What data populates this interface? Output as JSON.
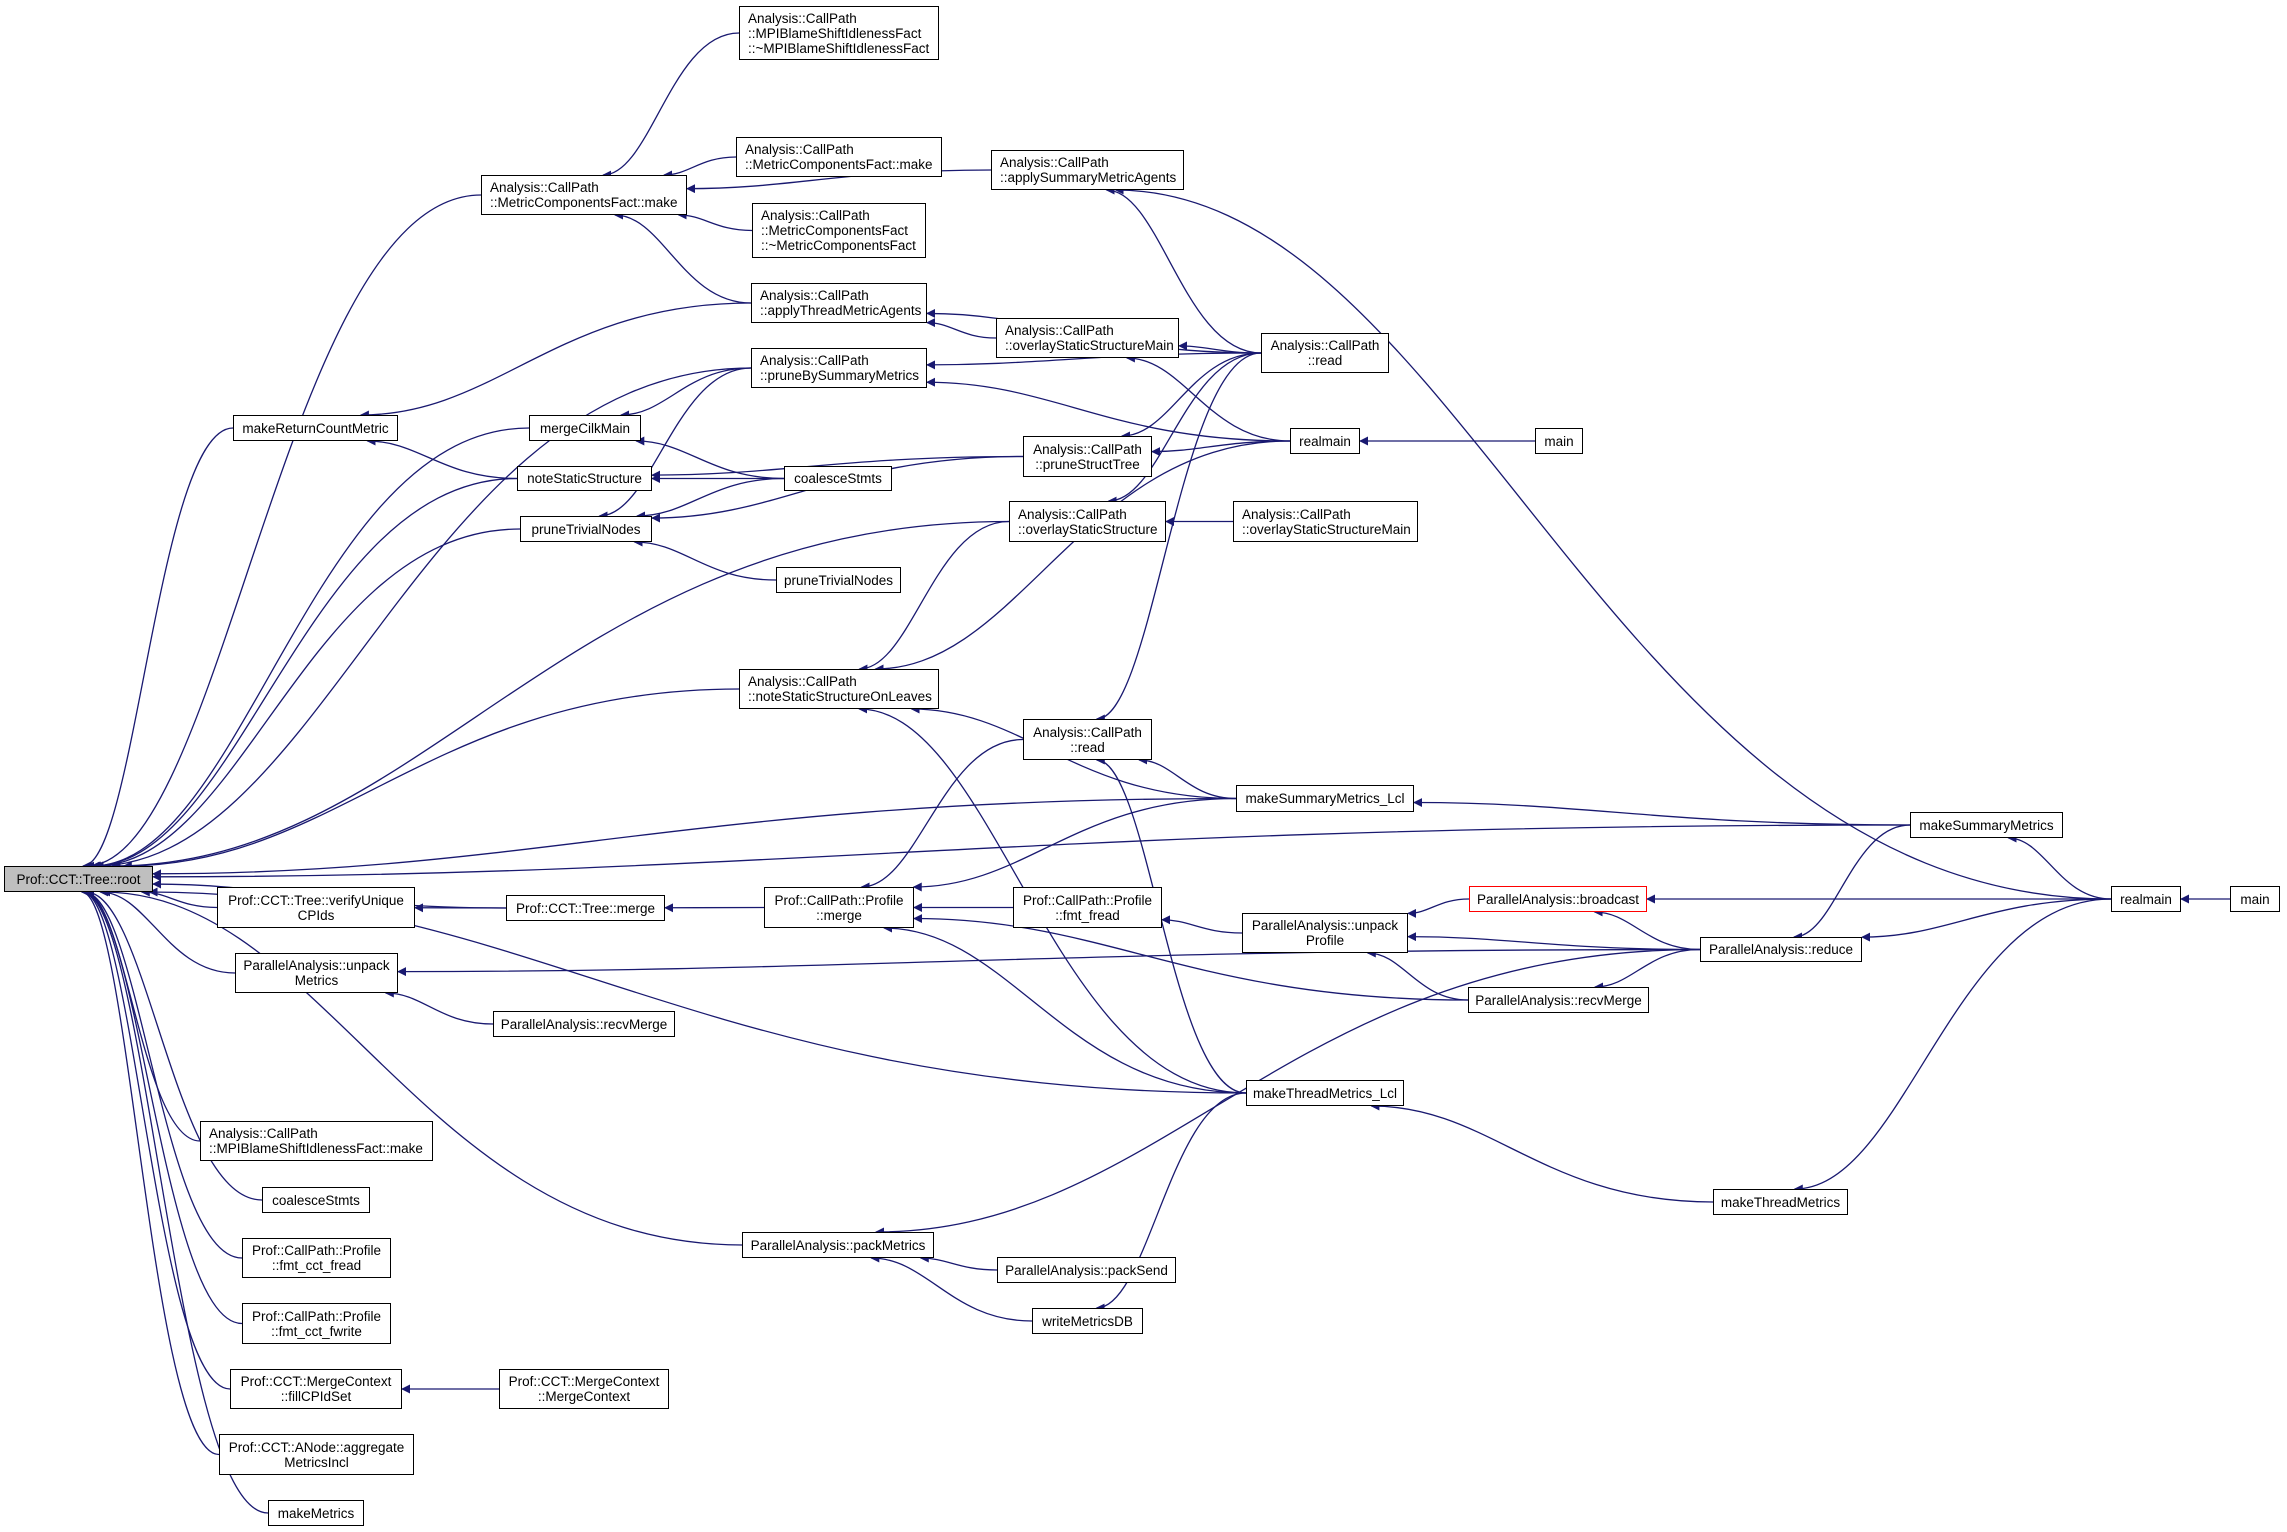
{
  "graph": {
    "title": "Prof::CCT::Tree::root caller graph",
    "colors": {
      "edge": "#191970",
      "root_fill": "#bfbfbf",
      "highlight_border": "#ff0000",
      "node_border": "#000000"
    },
    "nodes": [
      {
        "id": "root",
        "lines": [
          "Prof::CCT::Tree::root"
        ]
      },
      {
        "id": "mpiblame_dtor",
        "lines": [
          "Analysis::CallPath",
          "::MPIBlameShiftIdlenessFact",
          "::~MPIBlameShiftIdlenessFact"
        ]
      },
      {
        "id": "mcf_make",
        "lines": [
          "Analysis::CallPath",
          "::MetricComponentsFact::make"
        ]
      },
      {
        "id": "mcf_make2",
        "lines": [
          "Analysis::CallPath",
          "::MetricComponentsFact::make"
        ]
      },
      {
        "id": "mcf_dtor",
        "lines": [
          "Analysis::CallPath",
          "::MetricComponentsFact",
          "::~MetricComponentsFact"
        ]
      },
      {
        "id": "apply_summary",
        "lines": [
          "Analysis::CallPath",
          "::applySummaryMetricAgents"
        ]
      },
      {
        "id": "apply_thread",
        "lines": [
          "Analysis::CallPath",
          "::applyThreadMetricAgents"
        ]
      },
      {
        "id": "overlay_main",
        "lines": [
          "Analysis::CallPath",
          "::overlayStaticStructureMain"
        ]
      },
      {
        "id": "read_top",
        "lines": [
          "Analysis::CallPath",
          "::read"
        ]
      },
      {
        "id": "prune_by_summary",
        "lines": [
          "Analysis::CallPath",
          "::pruneBySummaryMetrics"
        ]
      },
      {
        "id": "make_return_count",
        "lines": [
          "makeReturnCountMetric"
        ]
      },
      {
        "id": "merge_cilk",
        "lines": [
          "mergeCilkMain"
        ]
      },
      {
        "id": "realmain_top",
        "lines": [
          "realmain"
        ]
      },
      {
        "id": "main_top",
        "lines": [
          "main"
        ]
      },
      {
        "id": "prune_struct_tree",
        "lines": [
          "Analysis::CallPath",
          "::pruneStructTree"
        ]
      },
      {
        "id": "note_static",
        "lines": [
          "noteStaticStructure"
        ]
      },
      {
        "id": "coalesce_mid",
        "lines": [
          "coalesceStmts"
        ]
      },
      {
        "id": "prune_trivial",
        "lines": [
          "pruneTrivialNodes"
        ]
      },
      {
        "id": "overlay_static",
        "lines": [
          "Analysis::CallPath",
          "::overlayStaticStructure"
        ]
      },
      {
        "id": "overlay_main2",
        "lines": [
          "Analysis::CallPath",
          "::overlayStaticStructureMain"
        ]
      },
      {
        "id": "prune_trivial2",
        "lines": [
          "pruneTrivialNodes"
        ]
      },
      {
        "id": "note_leaves",
        "lines": [
          "Analysis::CallPath",
          "::noteStaticStructureOnLeaves"
        ]
      },
      {
        "id": "read_mid",
        "lines": [
          "Analysis::CallPath",
          "::read"
        ]
      },
      {
        "id": "make_summary_lcl",
        "lines": [
          "makeSummaryMetrics_Lcl"
        ]
      },
      {
        "id": "make_summary",
        "lines": [
          "makeSummaryMetrics"
        ]
      },
      {
        "id": "verify_unique",
        "lines": [
          "Prof::CCT::Tree::verifyUnique",
          "CPIds"
        ]
      },
      {
        "id": "tree_merge",
        "lines": [
          "Prof::CCT::Tree::merge"
        ]
      },
      {
        "id": "profile_merge",
        "lines": [
          "Prof::CallPath::Profile",
          "::merge"
        ]
      },
      {
        "id": "fmt_fread",
        "lines": [
          "Prof::CallPath::Profile",
          "::fmt_fread"
        ]
      },
      {
        "id": "broadcast",
        "lines": [
          "ParallelAnalysis::broadcast"
        ]
      },
      {
        "id": "realmain",
        "lines": [
          "realmain"
        ]
      },
      {
        "id": "main",
        "lines": [
          "main"
        ]
      },
      {
        "id": "unpack_profile",
        "lines": [
          "ParallelAnalysis::unpack",
          "Profile"
        ]
      },
      {
        "id": "reduce",
        "lines": [
          "ParallelAnalysis::reduce"
        ]
      },
      {
        "id": "unpack_metrics",
        "lines": [
          "ParallelAnalysis::unpack",
          "Metrics"
        ]
      },
      {
        "id": "recv_merge_r",
        "lines": [
          "ParallelAnalysis::recvMerge"
        ]
      },
      {
        "id": "recv_merge_l",
        "lines": [
          "ParallelAnalysis::recvMerge"
        ]
      },
      {
        "id": "make_thread_lcl",
        "lines": [
          "makeThreadMetrics_Lcl"
        ]
      },
      {
        "id": "mpiblame_make",
        "lines": [
          "Analysis::CallPath",
          "::MPIBlameShiftIdlenessFact::make"
        ]
      },
      {
        "id": "coalesce_bot",
        "lines": [
          "coalesceStmts"
        ]
      },
      {
        "id": "make_thread",
        "lines": [
          "makeThreadMetrics"
        ]
      },
      {
        "id": "pack_metrics",
        "lines": [
          "ParallelAnalysis::packMetrics"
        ]
      },
      {
        "id": "fmt_cct_fread",
        "lines": [
          "Prof::CallPath::Profile",
          "::fmt_cct_fread"
        ]
      },
      {
        "id": "pack_send",
        "lines": [
          "ParallelAnalysis::packSend"
        ]
      },
      {
        "id": "fmt_cct_fwrite",
        "lines": [
          "Prof::CallPath::Profile",
          "::fmt_cct_fwrite"
        ]
      },
      {
        "id": "write_metrics_db",
        "lines": [
          "writeMetricsDB"
        ]
      },
      {
        "id": "fill_cpid",
        "lines": [
          "Prof::CCT::MergeContext",
          "::fillCPIdSet"
        ]
      },
      {
        "id": "merge_context",
        "lines": [
          "Prof::CCT::MergeContext",
          "::MergeContext"
        ]
      },
      {
        "id": "aggregate",
        "lines": [
          "Prof::CCT::ANode::aggregate",
          "MetricsIncl"
        ]
      },
      {
        "id": "make_metrics",
        "lines": [
          "makeMetrics"
        ]
      }
    ],
    "edges": [
      [
        "mcf_make",
        "root"
      ],
      [
        "make_return_count",
        "root"
      ],
      [
        "merge_cilk",
        "root"
      ],
      [
        "note_static",
        "root"
      ],
      [
        "prune_trivial",
        "root"
      ],
      [
        "prune_by_summary",
        "root"
      ],
      [
        "overlay_static",
        "root"
      ],
      [
        "note_leaves",
        "root"
      ],
      [
        "make_summary",
        "root"
      ],
      [
        "make_summary_lcl",
        "root"
      ],
      [
        "tree_merge",
        "root"
      ],
      [
        "verify_unique",
        "root"
      ],
      [
        "unpack_metrics",
        "root"
      ],
      [
        "make_thread_lcl",
        "root"
      ],
      [
        "mpiblame_make",
        "root"
      ],
      [
        "coalesce_bot",
        "root"
      ],
      [
        "fmt_cct_fread",
        "root"
      ],
      [
        "fmt_cct_fwrite",
        "root"
      ],
      [
        "fill_cpid",
        "root"
      ],
      [
        "aggregate",
        "root"
      ],
      [
        "make_metrics",
        "root"
      ],
      [
        "pack_metrics",
        "root"
      ],
      [
        "mpiblame_dtor",
        "mcf_make"
      ],
      [
        "apply_summary",
        "mcf_make"
      ],
      [
        "mcf_make2",
        "mcf_make"
      ],
      [
        "mcf_dtor",
        "mcf_make"
      ],
      [
        "apply_thread",
        "mcf_make"
      ],
      [
        "realmain",
        "apply_summary"
      ],
      [
        "read_top",
        "apply_summary"
      ],
      [
        "read_top",
        "apply_thread"
      ],
      [
        "overlay_main",
        "apply_thread"
      ],
      [
        "read_top",
        "prune_by_summary"
      ],
      [
        "realmain_top",
        "prune_by_summary"
      ],
      [
        "read_top",
        "overlay_main"
      ],
      [
        "realmain_top",
        "overlay_main"
      ],
      [
        "apply_thread",
        "make_return_count"
      ],
      [
        "note_static",
        "make_return_count"
      ],
      [
        "prune_by_summary",
        "merge_cilk"
      ],
      [
        "coalesce_mid",
        "merge_cilk"
      ],
      [
        "main_top",
        "realmain_top"
      ],
      [
        "read_top",
        "prune_struct_tree"
      ],
      [
        "realmain_top",
        "prune_struct_tree"
      ],
      [
        "coalesce_mid",
        "note_static"
      ],
      [
        "prune_struct_tree",
        "note_static"
      ],
      [
        "coalesce_mid",
        "prune_trivial"
      ],
      [
        "prune_by_summary",
        "prune_trivial"
      ],
      [
        "prune_struct_tree",
        "prune_trivial"
      ],
      [
        "prune_trivial2",
        "prune_trivial"
      ],
      [
        "read_top",
        "overlay_static"
      ],
      [
        "overlay_main2",
        "overlay_static"
      ],
      [
        "overlay_static",
        "note_leaves"
      ],
      [
        "realmain_top",
        "note_leaves"
      ],
      [
        "make_summary_lcl",
        "note_leaves"
      ],
      [
        "make_thread_lcl",
        "note_leaves"
      ],
      [
        "read_top",
        "read_mid"
      ],
      [
        "read_mid",
        "profile_merge"
      ],
      [
        "make_summary_lcl",
        "read_mid"
      ],
      [
        "make_thread_lcl",
        "read_mid"
      ],
      [
        "make_summary",
        "make_summary_lcl"
      ],
      [
        "realmain",
        "make_summary"
      ],
      [
        "tree_merge",
        "verify_unique"
      ],
      [
        "profile_merge",
        "tree_merge"
      ],
      [
        "make_summary_lcl",
        "profile_merge"
      ],
      [
        "fmt_fread",
        "profile_merge"
      ],
      [
        "recv_merge_r",
        "profile_merge"
      ],
      [
        "make_thread_lcl",
        "profile_merge"
      ],
      [
        "unpack_profile",
        "fmt_fread"
      ],
      [
        "realmain",
        "broadcast"
      ],
      [
        "reduce",
        "broadcast"
      ],
      [
        "main",
        "realmain"
      ],
      [
        "broadcast",
        "unpack_profile"
      ],
      [
        "reduce",
        "unpack_profile"
      ],
      [
        "recv_merge_r",
        "unpack_profile"
      ],
      [
        "make_summary",
        "reduce"
      ],
      [
        "realmain",
        "reduce"
      ],
      [
        "reduce",
        "unpack_metrics"
      ],
      [
        "recv_merge_l",
        "unpack_metrics"
      ],
      [
        "reduce",
        "recv_merge_r"
      ],
      [
        "make_thread",
        "make_thread_lcl"
      ],
      [
        "realmain",
        "make_thread"
      ],
      [
        "reduce",
        "pack_metrics"
      ],
      [
        "pack_send",
        "pack_metrics"
      ],
      [
        "write_metrics_db",
        "pack_metrics"
      ],
      [
        "make_thread_lcl",
        "write_metrics_db"
      ],
      [
        "merge_context",
        "fill_cpid"
      ]
    ]
  }
}
